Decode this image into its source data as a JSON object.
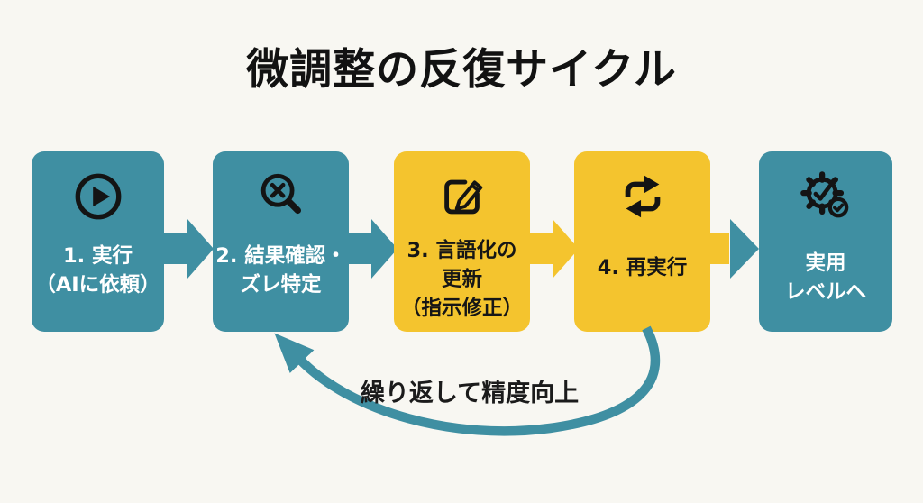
{
  "title": "微調整の反復サイクル",
  "colors": {
    "teal": "#3F8FA2",
    "yellow": "#F4C42E",
    "background": "#F8F7F2",
    "ink": "#141414",
    "step_text_on_teal": "#FFFFFF",
    "step_text_on_yellow": "#161616"
  },
  "steps": [
    {
      "icon": "play-icon",
      "color": "teal",
      "lines": [
        "1. 実行",
        "（AIに依頼）"
      ]
    },
    {
      "icon": "magnifier-x-icon",
      "color": "teal",
      "lines": [
        "2. 結果確認・",
        "ズレ特定"
      ]
    },
    {
      "icon": "edit-pencil-icon",
      "color": "yellow",
      "lines": [
        "3. 言語化の",
        "更新",
        "（指示修正）"
      ]
    },
    {
      "icon": "repeat-icon",
      "color": "yellow",
      "lines": [
        "4. 再実行"
      ]
    },
    {
      "icon": "gear-check-icon",
      "color": "teal",
      "lines": [
        "実用",
        "レベルへ"
      ]
    }
  ],
  "feedback_loop": {
    "label": "繰り返して精度向上"
  }
}
